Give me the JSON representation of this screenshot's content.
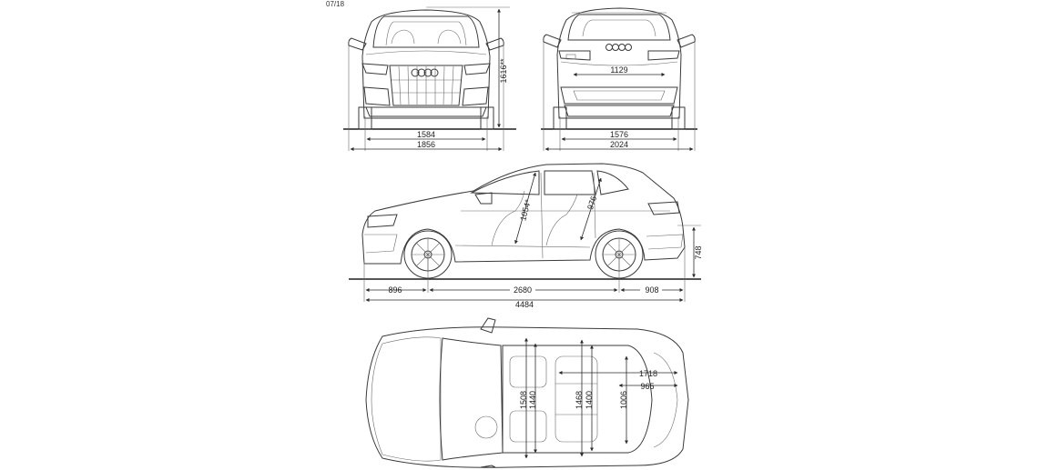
{
  "doc_code": "07/18",
  "front_view": {
    "track": "1584",
    "width": "1856",
    "height": "1616**"
  },
  "rear_view": {
    "track": "1576",
    "width_mirrors": "2024",
    "load_width": "1129"
  },
  "side_view": {
    "front_overhang": "896",
    "wheelbase": "2680",
    "rear_overhang": "908",
    "length": "4484",
    "front_headroom": "1054*",
    "rear_headroom": "976",
    "load_sill_height": "748"
  },
  "top_view": {
    "front_shoulder": "1508",
    "front_elbow": "1440",
    "rear_shoulder": "1468",
    "rear_elbow": "1400",
    "wheelhouse_width": "1006",
    "cargo_length_folded": "1718",
    "cargo_length": "965"
  }
}
